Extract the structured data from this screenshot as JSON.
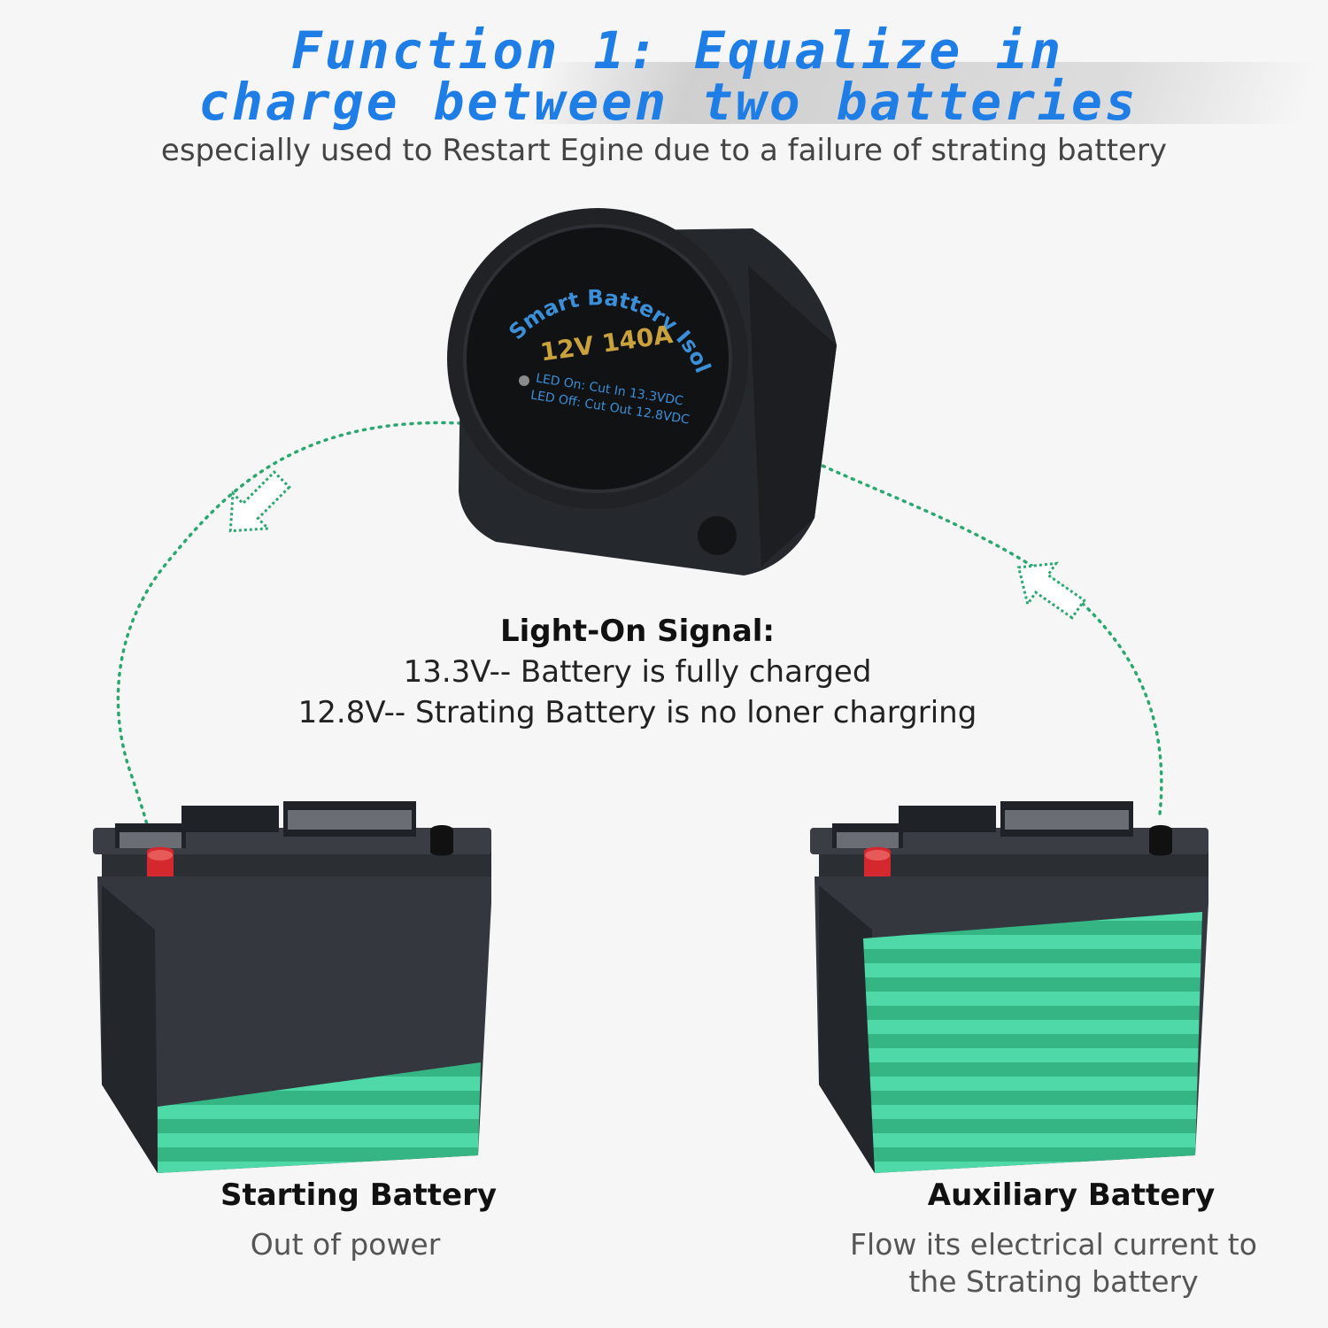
{
  "title": {
    "line1": "Function 1: Equalize in",
    "line2": "charge between two batteries"
  },
  "subtitle": "especially used to Restart Egine due to a failure of strating battery",
  "isolator": {
    "label_arc": "Smart Battery Isolator",
    "rating": "12V  140A",
    "led_on": "LED On: Cut In 13.3VDC",
    "led_off": "LED Off: Cut Out 12.8VDC"
  },
  "signal": {
    "heading": "Light-On Signal:",
    "line1": "13.3V-- Battery is fully charged",
    "line2": "12.8V-- Strating Battery is no loner chargring"
  },
  "starting_battery": {
    "title": "Starting Battery",
    "subtitle": "Out of power",
    "charge_level": 0.2
  },
  "auxiliary_battery": {
    "title": "Auxiliary Battery",
    "subtitle_line1": "Flow its electrical current to",
    "subtitle_line2": "the Strating battery",
    "charge_level": 1.0
  },
  "colors": {
    "title_blue": "#1f7ee6",
    "flow_green": "#2aa870",
    "charge_green": "#4fd8a8",
    "charge_green_dark": "#35b484",
    "battery_body": "#34383e",
    "terminal_red": "#d4282e"
  }
}
